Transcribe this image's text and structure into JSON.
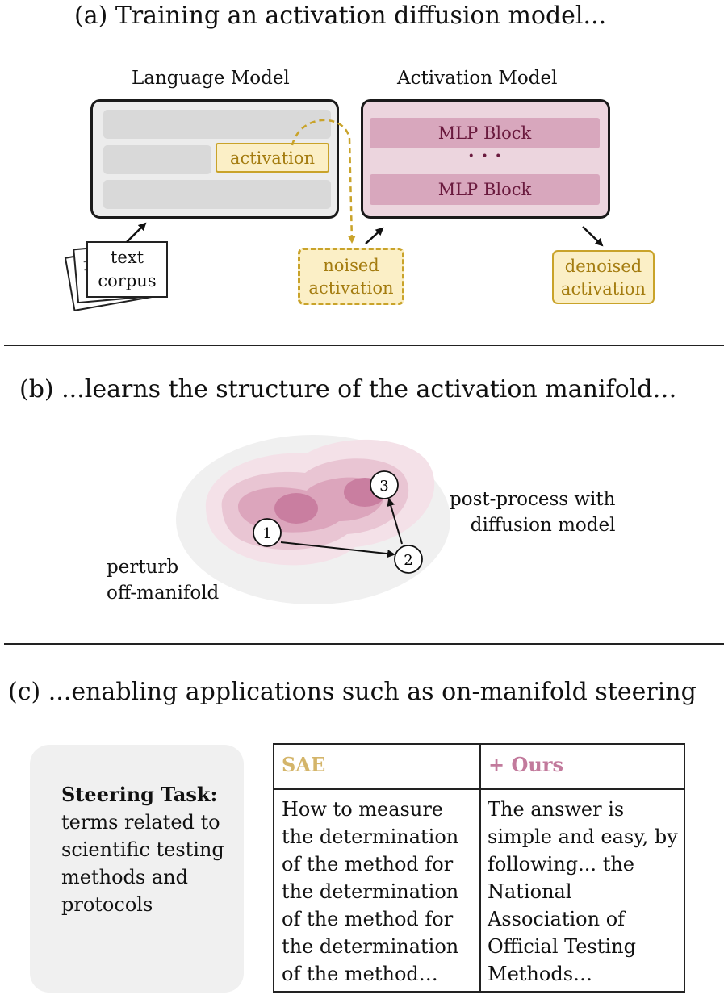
{
  "panel_a": {
    "title": "(a) Training an activation diffusion model...",
    "language_model_label": "Language Model",
    "activation_model_label": "Activation Model",
    "activation_chip": "activation",
    "mlp_block_top": "MLP Block",
    "mlp_dots": "• • •",
    "mlp_block_bottom": "MLP Block",
    "corpus_line1": "text",
    "corpus_line2": "corpus",
    "noised_line1": "noised",
    "noised_line2": "activation",
    "denoised_line1": "denoised",
    "denoised_line2": "activation",
    "colors": {
      "gold": "#c9a32a",
      "pink": "#ecd5de",
      "gray": "#ececec"
    }
  },
  "panel_b": {
    "title": "(b) ...learns the structure of the activation manifold…",
    "perturb_line1": "perturb",
    "perturb_line2": "off-manifold",
    "post_line1": "post-process with",
    "post_line2": "diffusion model",
    "point1": "1",
    "point2": "2",
    "point3": "3"
  },
  "panel_c": {
    "title": "(c) ...enabling applications such as on-manifold steering",
    "task_label": "Steering Task:",
    "task_text": "terms related to scientific testing methods and protocols",
    "table": {
      "col1_header": "SAE",
      "col2_header": "+ Ours",
      "col1_text": "How to measure the determination of the method for the determination of the method for the determination of the method…",
      "col2_text": "The answer is simple and easy, by following... the National Association of Official Testing Methods…",
      "header_colors": {
        "sae": "#d4b56a",
        "ours": "#c27a9c"
      }
    }
  }
}
